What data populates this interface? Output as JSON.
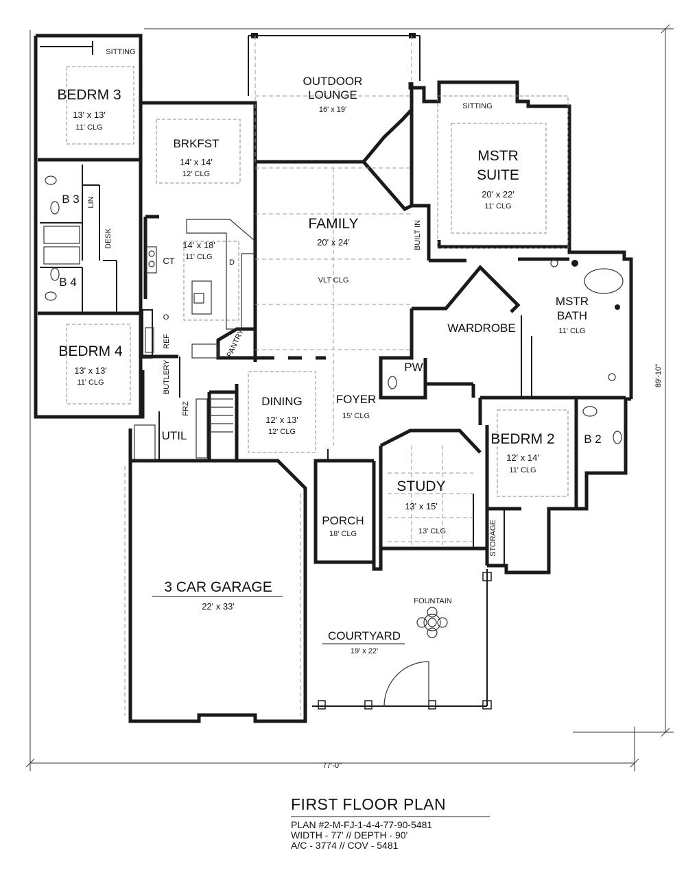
{
  "rooms": {
    "bedrm3": {
      "name": "BEDRM 3",
      "size": "13' x 13'",
      "clg": "11' CLG"
    },
    "sitting_left": "SITTING",
    "brkfst": {
      "name": "BRKFST",
      "size": "14' x 14'",
      "clg": "12' CLG"
    },
    "outdoor": {
      "name1": "OUTDOOR",
      "name2": "LOUNGE",
      "size": "16' x 19'"
    },
    "sitting_right": "SITTING",
    "mstr_suite": {
      "name1": "MSTR",
      "name2": "SUITE",
      "size": "20' x 22'",
      "clg": "11' CLG"
    },
    "b3": "B 3",
    "lin": "LIN",
    "desk": "DESK",
    "b4": "B 4",
    "kitchen": {
      "size": "14' x 18'",
      "clg": "11' CLG"
    },
    "ct": "CT",
    "d": "D",
    "o": "O",
    "ref": "REF",
    "pantry": "PANTRY",
    "family": {
      "name": "FAMILY",
      "size": "20' x 24'",
      "clg": "VLT CLG"
    },
    "built_in": "BUILT IN",
    "wardrobe": "WARDROBE",
    "mstr_bath": {
      "name1": "MSTR",
      "name2": "BATH",
      "clg": "11' CLG"
    },
    "bedrm4": {
      "name": "BEDRM 4",
      "size": "13' x 13'",
      "clg": "11' CLG"
    },
    "butlery": "BUTLERY",
    "frz": "FRZ",
    "util": "UTIL",
    "dining": {
      "name": "DINING",
      "size": "12' x 13'",
      "clg": "12' CLG"
    },
    "foyer": {
      "name": "FOYER",
      "clg": "15' CLG"
    },
    "pw": "PW",
    "bedrm2": {
      "name": "BEDRM 2",
      "size": "12' x 14'",
      "clg": "11' CLG"
    },
    "b2": "B 2",
    "study": {
      "name": "STUDY",
      "size": "13' x 15'",
      "clg": "13' CLG"
    },
    "porch": {
      "name": "PORCH",
      "clg": "18' CLG"
    },
    "storage": "STORAGE",
    "garage": {
      "name": "3 CAR GARAGE",
      "size": "22' x 33'"
    },
    "fountain": "FOUNTAIN",
    "courtyard": {
      "name": "COURTYARD",
      "size": "19' x 22'"
    }
  },
  "dimensions": {
    "width": "77'-0\"",
    "depth": "89'-10\""
  },
  "title_block": {
    "title": "FIRST FLOOR PLAN",
    "plan": "PLAN #2-M-FJ-1-4-4-77-90-5481",
    "width_depth": "WIDTH - 77' // DEPTH - 90'",
    "ac_cov": "A/C - 3774 // COV - 5481"
  }
}
